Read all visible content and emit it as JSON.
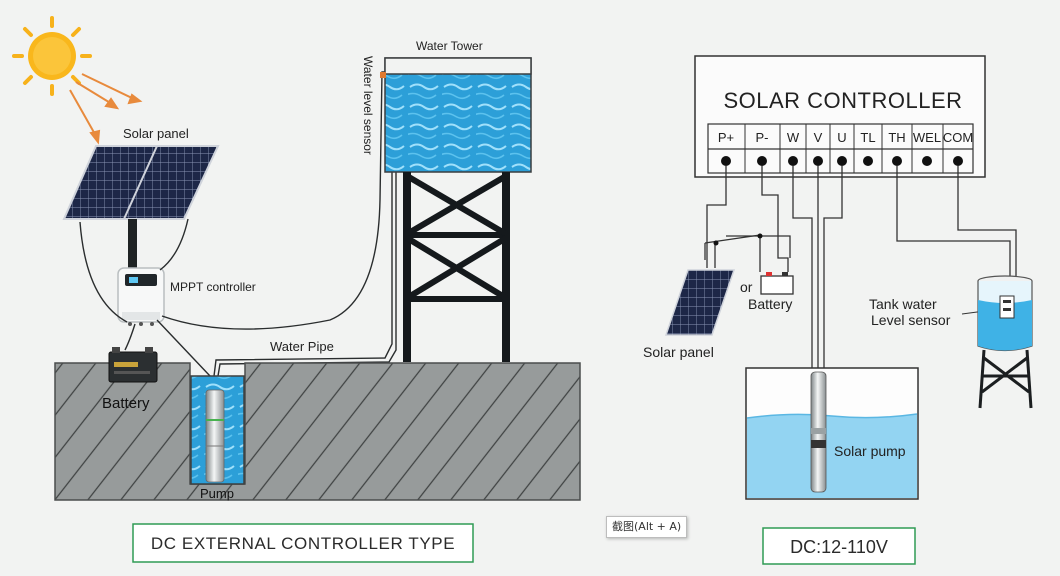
{
  "left_diagram": {
    "solar_panel_label": "Solar panel",
    "controller_label": "MPPT controller",
    "battery_label": "Battery",
    "pump_label": "Pump",
    "water_pipe_label": "Water Pipe",
    "water_tower_label": "Water Tower",
    "sensor_label": "Water level sensor",
    "caption": "DC EXTERNAL CONTROLLER TYPE"
  },
  "right_diagram": {
    "controller_title": "SOLAR CONTROLLER",
    "terminals": [
      "P+",
      "P-",
      "W",
      "V",
      "U",
      "TL",
      "TH",
      "WEL",
      "COM"
    ],
    "solar_panel_label": "Solar panel",
    "or_label": "or",
    "battery_label": "Battery",
    "tank_label_line1": "Tank water",
    "tank_label_line2": "Level sensor",
    "pump_label": "Solar pump",
    "caption": "DC:12-110V"
  },
  "tooltip": "截图(Alt + A)",
  "colors": {
    "water": "#2c9fd8",
    "water_light": "#7fd0f2",
    "sun": "#f7b21b",
    "sun_rays": "#e88a3c",
    "ground": "#8e9292",
    "caption_border": "#2f9b54",
    "tower": "#15191c"
  }
}
